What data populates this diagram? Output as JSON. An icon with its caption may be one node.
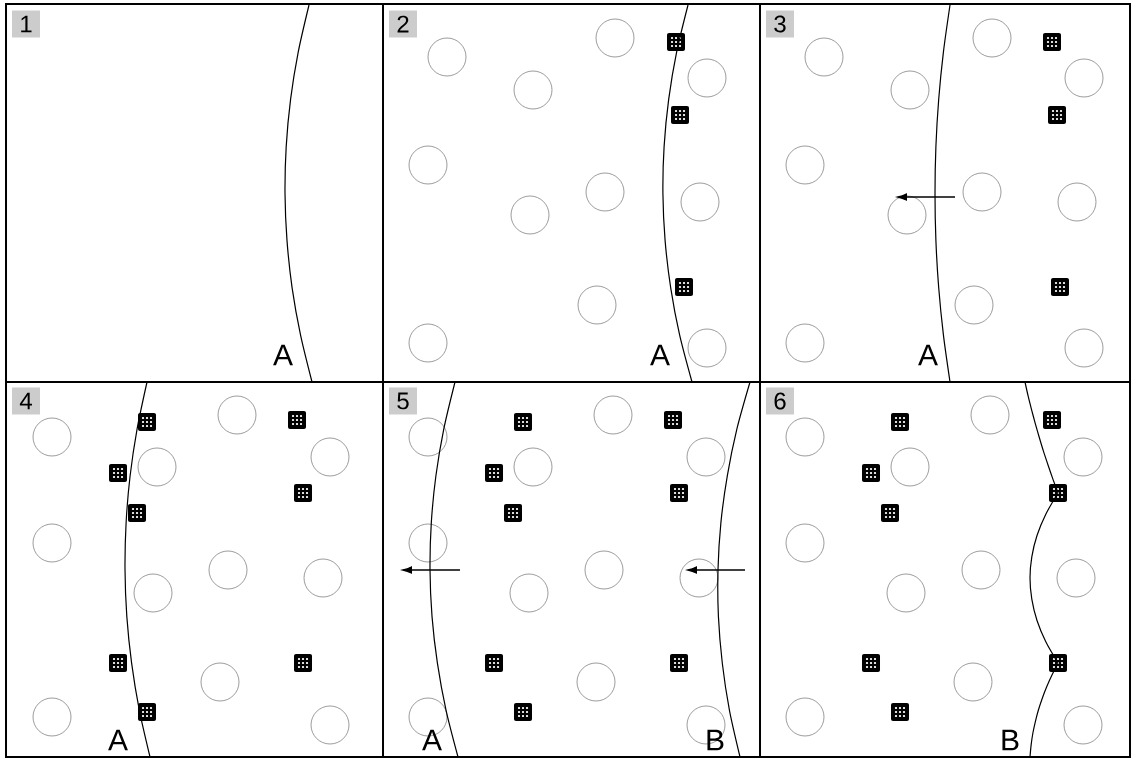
{
  "diagram": {
    "nodes": [
      {
        "text": [
          "1"
        ]
      },
      {
        "text": [
          "2"
        ]
      },
      {
        "text": [
          "3"
        ]
      },
      {
        "text": [
          "4"
        ]
      },
      {
        "text": [
          "5"
        ]
      },
      {
        "text": [
          "6"
        ]
      }
    ],
    "labels": [
      "A",
      "A",
      "A",
      "A",
      "A",
      "B",
      "B"
    ]
  }
}
